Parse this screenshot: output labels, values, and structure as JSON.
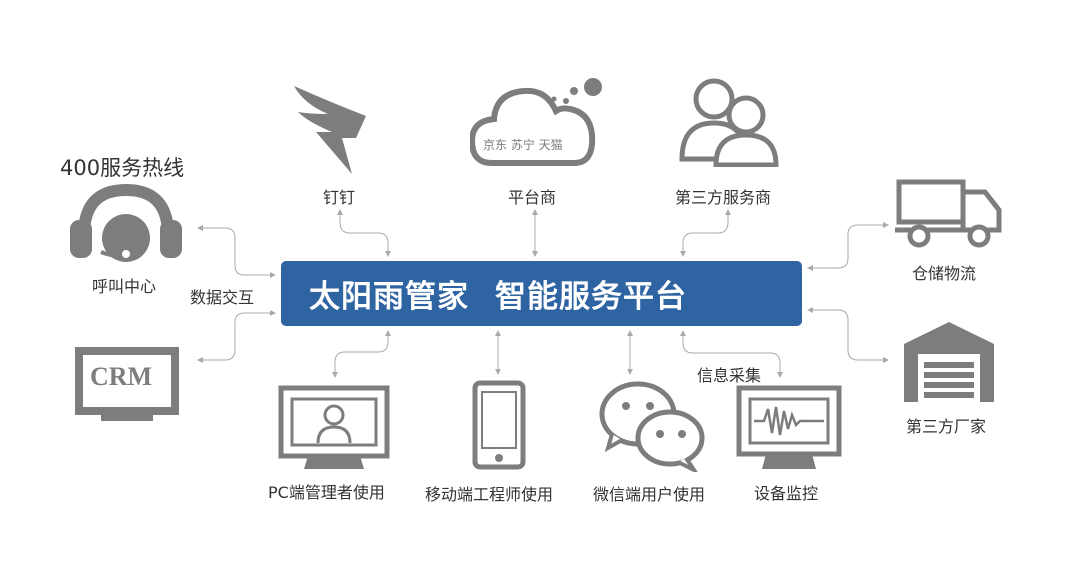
{
  "center": {
    "brand": "太阳雨管家",
    "platform": "智能服务平台"
  },
  "exchange_label": "数据交互",
  "collect_label": "信息采集",
  "nodes": {
    "hotline_title": "400服务热线",
    "call_center": "呼叫中心",
    "crm": "CRM",
    "dingtalk": "钉钉",
    "platform_merchant": "平台商",
    "platform_brands": "京东 苏宁 天猫",
    "third_party_service": "第三方服务商",
    "warehouse": "仓储物流",
    "manufacturer": "第三方厂家",
    "pc_user": "PC端管理者使用",
    "mobile_engineer": "移动端工程师使用",
    "wechat_user": "微信端用户使用",
    "device_monitor": "设备监控"
  },
  "colors": {
    "primary": "#2f64a3",
    "icon": "#7d7d7d",
    "line": "#aaaaaa"
  },
  "icons": [
    "headset-icon",
    "crm-monitor-icon",
    "dingtalk-icon",
    "cloud-icon",
    "users-icon",
    "truck-icon",
    "garage-icon",
    "pc-monitor-icon",
    "phone-icon",
    "wechat-icon",
    "waveform-monitor-icon"
  ]
}
